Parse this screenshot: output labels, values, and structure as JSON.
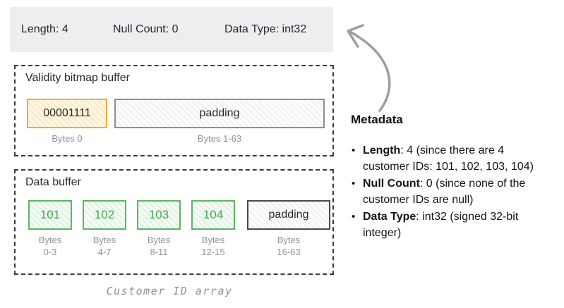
{
  "metadata_bar": {
    "length": "Length: 4",
    "null_count": "Null Count: 0",
    "data_type": "Data Type: int32"
  },
  "validity_buffer": {
    "title": "Validity bitmap buffer",
    "bitmap_value": "00001111",
    "bitmap_bytes": "Bytes 0",
    "padding_label": "padding",
    "padding_bytes": "Bytes 1-63"
  },
  "data_buffer": {
    "title": "Data buffer",
    "cells": [
      {
        "value": "101",
        "bytes": "Bytes\n0-3"
      },
      {
        "value": "102",
        "bytes": "Bytes\n4-7"
      },
      {
        "value": "103",
        "bytes": "Bytes\n8-11"
      },
      {
        "value": "104",
        "bytes": "Bytes\n12-15"
      }
    ],
    "padding": {
      "value": "padding",
      "bytes": "Bytes\n16-63"
    }
  },
  "caption": "Customer ID array",
  "annotation": {
    "heading": "Metadata",
    "bullets": [
      {
        "term": "Length",
        "rest": ": 4 (since there are 4 customer IDs: 101, 102, 103, 104)"
      },
      {
        "term": "Null Count",
        "rest": ": 0 (since none of the customer IDs are null)"
      },
      {
        "term": "Data Type",
        "rest": ": int32 (signed 32-bit integer)"
      }
    ],
    "bullet_marker": "•"
  },
  "icons": {
    "curved_arrow": "curved-arrow-icon"
  },
  "colors": {
    "metadata_bar_bg": "#ECEEF0",
    "bitmap_accent": "#F2A93B",
    "data_accent": "#5CB566",
    "data_value_text": "#3FA854",
    "bytes_label_gray": "#8A939E",
    "arrow_gray": "#9E9E9E",
    "dashed_border": "#3A3A3A"
  }
}
